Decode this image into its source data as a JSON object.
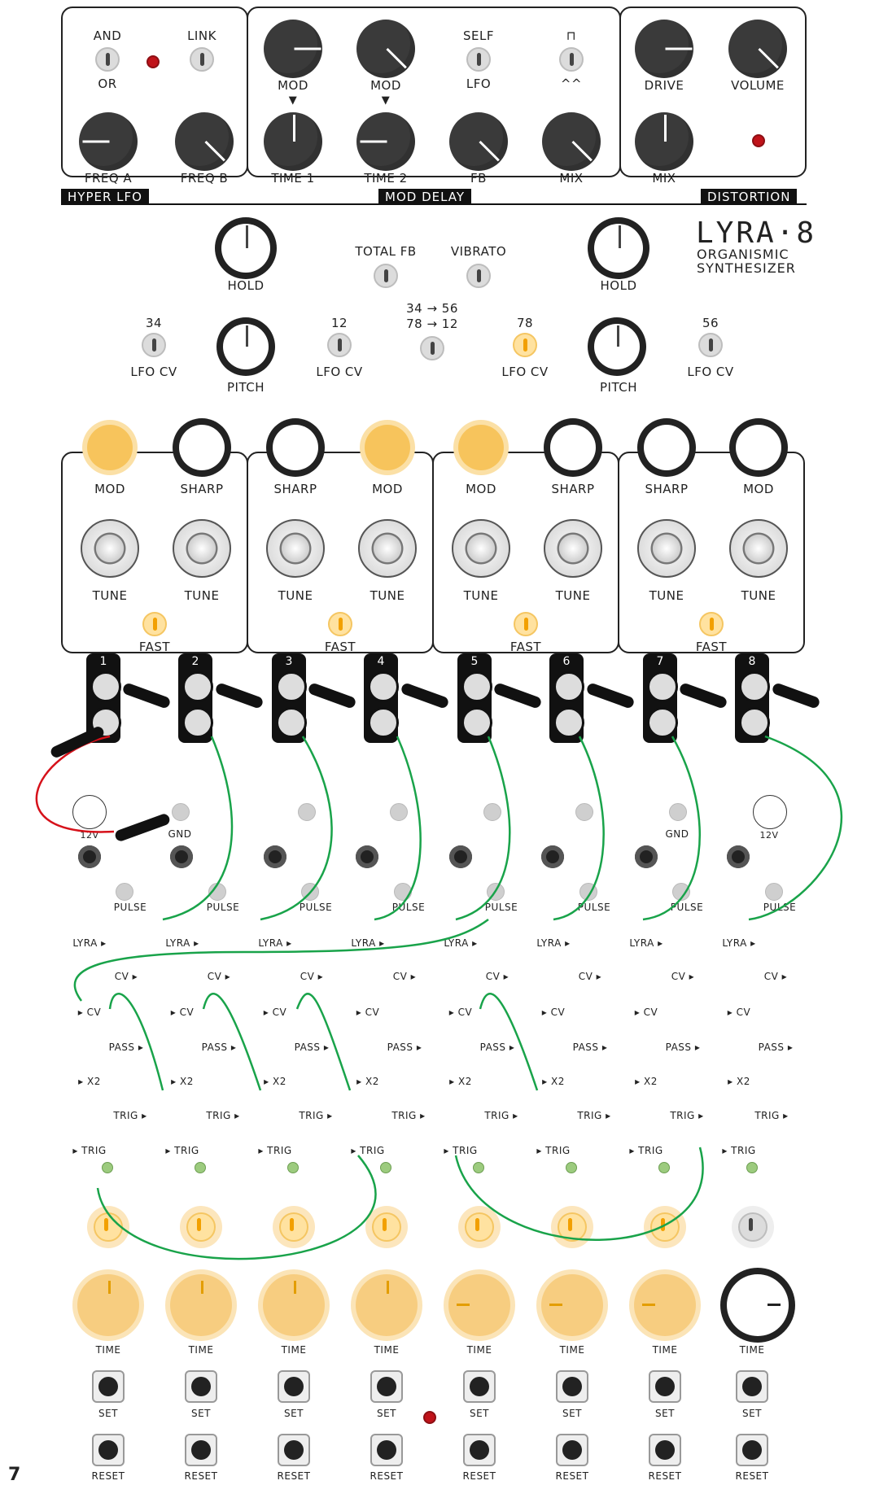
{
  "panel": {
    "hyper_lfo": {
      "title": "HYPER LFO",
      "and": "AND",
      "or": "OR",
      "link": "LINK",
      "freq_a": "FREQ A",
      "freq_b": "FREQ B"
    },
    "mod_delay": {
      "title": "MOD DELAY",
      "mod1": "MOD",
      "mod2": "MOD",
      "self": "SELF",
      "lfo": "LFO",
      "square": "⊓",
      "tri": "^^",
      "time1": "TIME 1",
      "time2": "TIME 2",
      "fb": "FB",
      "mix": "MIX"
    },
    "distortion": {
      "title": "DISTORTION",
      "drive": "DRIVE",
      "volume": "VOLUME",
      "mix": "MIX"
    }
  },
  "global": {
    "hold_left": "HOLD",
    "hold_right": "HOLD",
    "total_fb": "TOTAL FB",
    "vibrato": "VIBRATO",
    "routing_1": "34 → 56",
    "routing_2": "78 → 12",
    "logo": "LYRA·8",
    "subtitle_1": "ORGANISMIC",
    "subtitle_2": "SYNTHESIZER"
  },
  "lfo_cv": [
    {
      "num": "34",
      "label": "LFO CV"
    },
    {
      "num": "12",
      "label": "LFO CV"
    },
    {
      "num": "78",
      "label": "LFO CV"
    },
    {
      "num": "56",
      "label": "LFO CV"
    }
  ],
  "pitch": [
    "PITCH",
    "PITCH"
  ],
  "voices": [
    {
      "top_a": "MOD",
      "top_b": "SHARP",
      "tune_a": "TUNE",
      "tune_b": "TUNE",
      "fast": "FAST"
    },
    {
      "top_a": "SHARP",
      "top_b": "MOD",
      "tune_a": "TUNE",
      "tune_b": "TUNE",
      "fast": "FAST"
    },
    {
      "top_a": "MOD",
      "top_b": "SHARP",
      "tune_a": "TUNE",
      "tune_b": "TUNE",
      "fast": "FAST"
    },
    {
      "top_a": "SHARP",
      "top_b": "MOD",
      "tune_a": "TUNE",
      "tune_b": "TUNE",
      "fast": "FAST"
    }
  ],
  "channels": [
    "1",
    "2",
    "3",
    "4",
    "5",
    "6",
    "7",
    "8"
  ],
  "patch_labels": {
    "v12": "12V",
    "gnd": "GND",
    "pulse": "PULSE",
    "lyra": "LYRA ▸",
    "cv_r": "CV ▸",
    "cv_l": "▸ CV",
    "pass": "PASS ▸",
    "x2": "▸ X2",
    "trig_r": "TRIG ▸",
    "trig_l": "▸ TRIG"
  },
  "bottom": {
    "time": "TIME",
    "set": "SET",
    "reset": "RESET"
  },
  "corner_number": "7"
}
